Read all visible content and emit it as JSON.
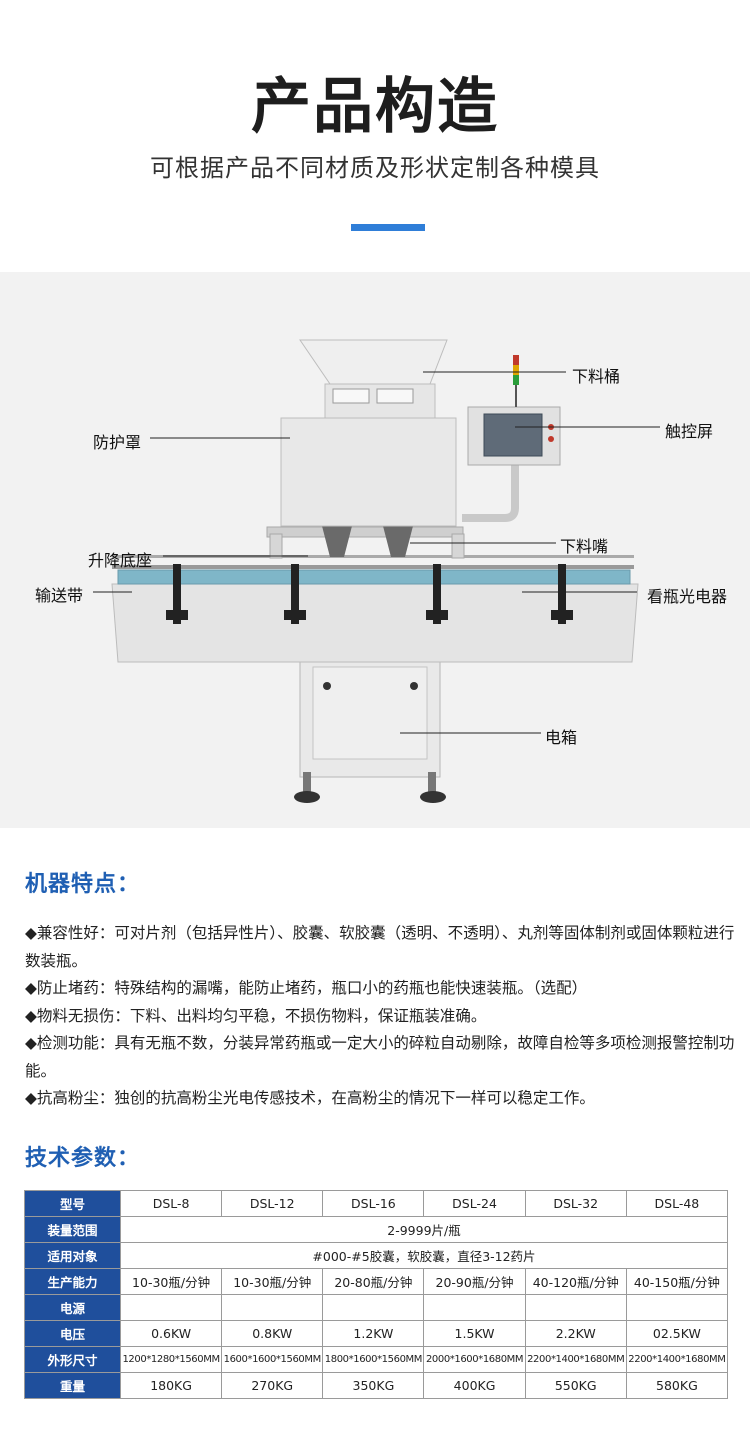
{
  "header": {
    "title": "产品构造",
    "subtitle": "可根据产品不同材质及形状定制各种模具",
    "accent_color": "#2f7ed8"
  },
  "diagram": {
    "labels": {
      "hopper": "下料桶",
      "touchscreen": "触控屏",
      "cover": "防护罩",
      "nozzle": "下料嘴",
      "lift_base": "升降底座",
      "conveyor": "输送带",
      "bottle_sensor": "看瓶光电器",
      "cabinet": "电箱"
    }
  },
  "features": {
    "title": "机器特点：",
    "items": [
      "◆兼容性好：可对片剂（包括异性片）、胶囊、软胶囊（透明、不透明）、丸剂等固体制剂或固体颗粒进行数装瓶。",
      "◆防止堵药：特殊结构的漏嘴，能防止堵药，瓶口小的药瓶也能快速装瓶。（选配）",
      "◆物料无损伤：下料、出料均匀平稳，不损伤物料，保证瓶装准确。",
      "◆检测功能：具有无瓶不数，分装异常药瓶或一定大小的碎粒自动剔除，故障自检等多项检测报警控制功能。",
      "◆抗高粉尘：独创的抗高粉尘光电传感技术，在高粉尘的情况下一样可以稳定工作。"
    ]
  },
  "params": {
    "title": "技术参数：",
    "header_color": "#1f4f9c",
    "model_label": "型号",
    "models": [
      "DSL-8",
      "DSL-12",
      "DSL-16",
      "DSL-24",
      "DSL-32",
      "DSL-48"
    ],
    "range_label": "装量范围",
    "range_value": "2-9999片/瓶",
    "target_label": "适用对象",
    "target_value": "#000-#5胶囊，软胶囊，直径3-12药片",
    "capacity_label": "生产能力",
    "capacity": [
      "10-30瓶/分钟",
      "10-30瓶/分钟",
      "20-80瓶/分钟",
      "20-90瓶/分钟",
      "40-120瓶/分钟",
      "40-150瓶/分钟"
    ],
    "power_label": "电源",
    "voltage_label": "电压",
    "voltage": [
      "0.6KW",
      "0.8KW",
      "1.2KW",
      "1.5KW",
      "2.2KW",
      "02.5KW"
    ],
    "size_label": "外形尺寸",
    "size": [
      "1200*1280*1560MM",
      "1600*1600*1560MM",
      "1800*1600*1560MM",
      "2000*1600*1680MM",
      "2200*1400*1680MM",
      "2200*1400*1680MM"
    ],
    "weight_label": "重量",
    "weight": [
      "180KG",
      "270KG",
      "350KG",
      "400KG",
      "550KG",
      "580KG"
    ]
  }
}
